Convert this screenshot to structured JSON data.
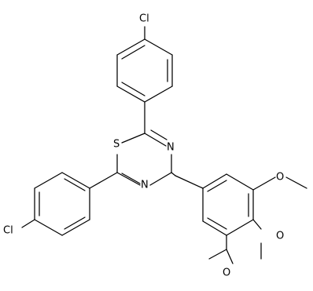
{
  "diagram": {
    "type": "chemical-structure",
    "atoms": {
      "cl_top": "Cl",
      "s_ring": "S",
      "n_right": "N",
      "n_left": "N",
      "cl_bottom": "Cl",
      "o_upper": "O",
      "o_middle": "O",
      "o_lower": "O"
    },
    "colors": {
      "bond": "#000000",
      "label": "#000000",
      "background": "#ffffff"
    }
  }
}
